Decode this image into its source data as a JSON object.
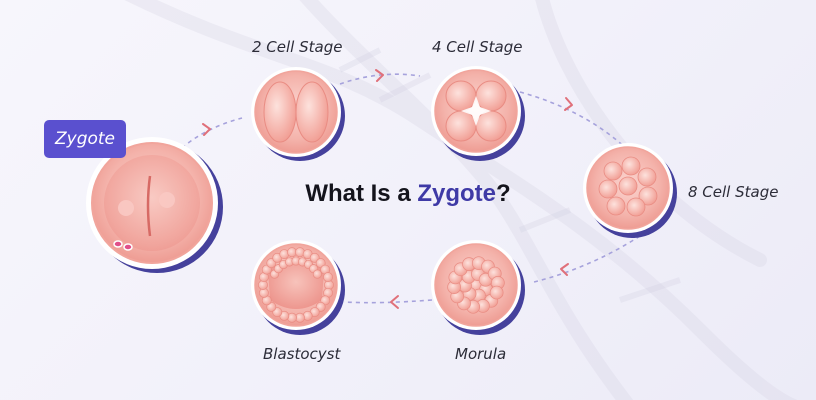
{
  "title": {
    "prefix": "What Is a ",
    "highlight": "Zygote",
    "suffix": "?"
  },
  "stages": {
    "zygote": {
      "label": "Zygote"
    },
    "two_cell": {
      "label": "2 Cell Stage"
    },
    "four_cell": {
      "label": "4 Cell Stage"
    },
    "eight_cell": {
      "label": "8 Cell Stage"
    },
    "morula": {
      "label": "Morula"
    },
    "blastocyst": {
      "label": "Blastocyst"
    }
  },
  "colors": {
    "badge": "#5a50cf",
    "highlight_text": "#3f3aa6",
    "arrow": "#e0707a",
    "path": "#a6a2dc",
    "cell_outline": "#45419c"
  }
}
